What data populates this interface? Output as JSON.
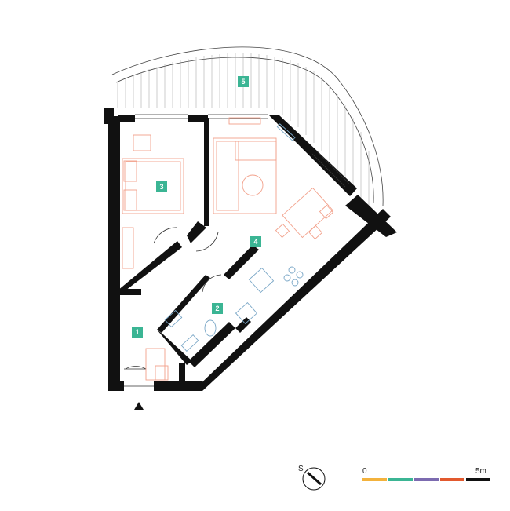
{
  "rooms": [
    {
      "id": "1",
      "label": "1"
    },
    {
      "id": "2",
      "label": "2"
    },
    {
      "id": "3",
      "label": "3"
    },
    {
      "id": "4",
      "label": "4"
    },
    {
      "id": "5",
      "label": "5"
    }
  ],
  "compass": {
    "label": "S"
  },
  "scale_bar": {
    "start_label": "0",
    "end_label": "5m",
    "segment_colors": [
      "#f3b23c",
      "#3bb594",
      "#7c6bb0",
      "#e2592e",
      "#111111"
    ]
  },
  "colors": {
    "room_tag": "#3bb594",
    "walls": "#111111",
    "furniture": "#f2a08a",
    "fixtures": "#7aa7c7"
  }
}
